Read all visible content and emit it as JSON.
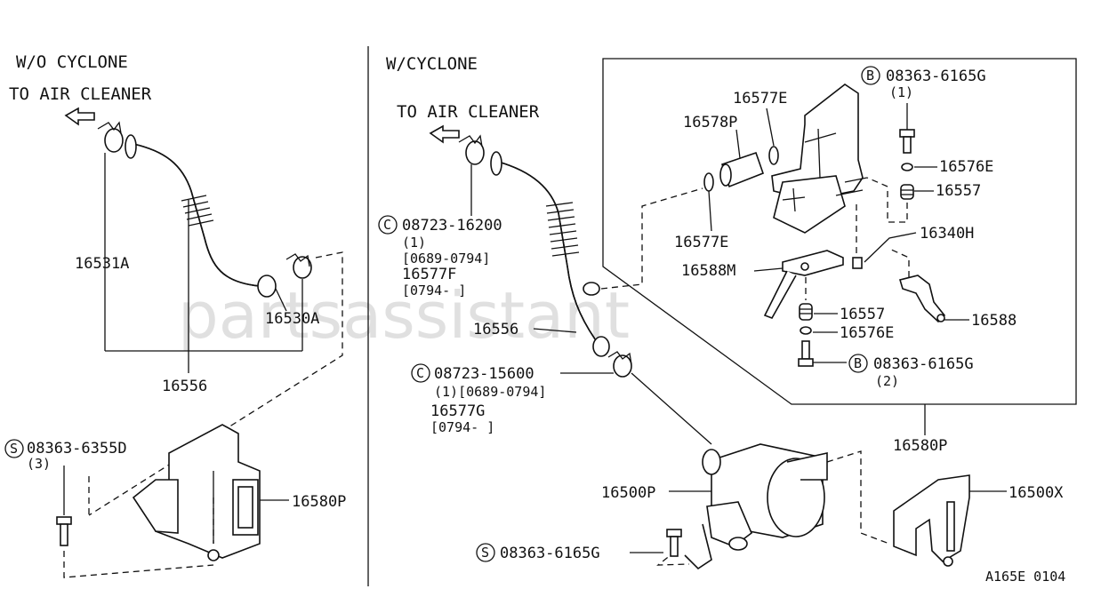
{
  "watermark": "partsassistant",
  "left_panel": {
    "heading": "W/O CYCLONE",
    "air_cleaner_label": "TO AIR CLEANER",
    "labels": {
      "p16531a": "16531A",
      "p16530a": "16530A",
      "p16556": "16556",
      "bolt_part": "08363-6355D",
      "bolt_prefix": "S",
      "bolt_qty": "(3)",
      "p16580p": "16580P"
    }
  },
  "right_panel": {
    "heading": "W/CYCLONE",
    "air_cleaner_label": "TO AIR CLEANER",
    "labels": {
      "c1_prefix": "C",
      "c1_part": "08723-16200",
      "c1_qty": "(1)",
      "c1_range": "[0689-0794]",
      "c1_alt": "16577F",
      "c1_alt_range": "[0794-     ]",
      "p16556": "16556",
      "c2_prefix": "C",
      "c2_part": "08723-15600",
      "c2_qty_range": "(1)[0689-0794]",
      "c2_alt": "16577G",
      "c2_alt_range": "[0794-     ]",
      "p16500p": "16500P",
      "s_prefix": "S",
      "s_part": "08363-6165G",
      "p16580p": "16580P",
      "p16500x": "16500X"
    },
    "inset": {
      "p16577e_top": "16577E",
      "p16578p": "16578P",
      "p16577e_bottom": "16577E",
      "b1_prefix": "B",
      "b1_part": "08363-6165G",
      "b1_qty": "(1)",
      "p16576e_top": "16576E",
      "p16557_top": "16557",
      "p16340h": "16340H",
      "p16588m": "16588M",
      "p16557_bottom": "16557",
      "p16576e_bottom": "16576E",
      "p16588": "16588",
      "b2_prefix": "B",
      "b2_part": "08363-6165G",
      "b2_qty": "(2)"
    }
  },
  "diagram_code": "A165E 0104"
}
